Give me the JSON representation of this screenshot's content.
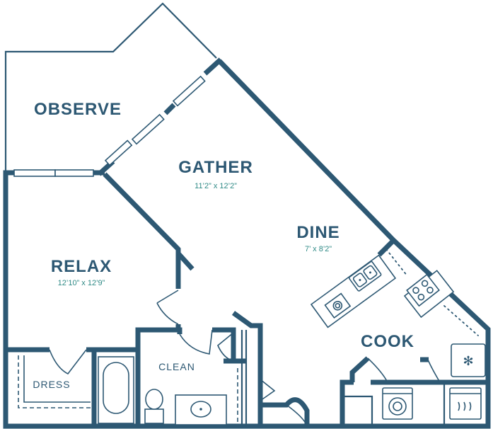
{
  "rooms": {
    "observe": {
      "name": "OBSERVE"
    },
    "gather": {
      "name": "GATHER",
      "dimensions": "11’2” x 12’2”"
    },
    "dine": {
      "name": "DINE",
      "dimensions": "7’ x 8’2”"
    },
    "relax": {
      "name": "RELAX",
      "dimensions": "12’10” x 12’9”"
    },
    "cook": {
      "name": "COOK"
    },
    "clean": {
      "name": "CLEAN"
    },
    "dress": {
      "name": "DRESS"
    }
  },
  "colors": {
    "wall": "#2d5873",
    "dimension_text": "#2f8a86",
    "background": "#ffffff"
  },
  "icons": [
    "sink-icon",
    "cooktop-icon",
    "dishwasher-icon",
    "refrigerator-icon",
    "washer-icon",
    "dryer-icon",
    "bathtub-icon",
    "toilet-icon",
    "bathroom-sink-icon"
  ]
}
